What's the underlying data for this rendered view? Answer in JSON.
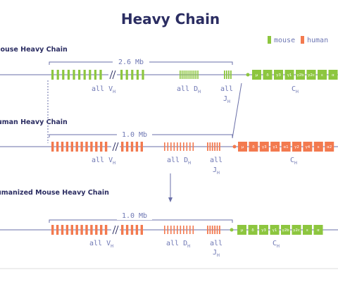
{
  "title": "Heavy Chain",
  "legend": [
    {
      "label": "mouse",
      "color": "#8dc63f"
    },
    {
      "label": "human",
      "color": "#f37a4f"
    }
  ],
  "colors": {
    "line": "#6a6fa8",
    "mouse": "#8dc63f",
    "human": "#f37a4f",
    "text": "#2b2d62",
    "label": "#6f78b4"
  },
  "sections": {
    "mouse": {
      "title": "Mouse Heavy Chain",
      "size": "2.6 Mb",
      "v_label": "all V",
      "d_label": "all D",
      "j_label": "all",
      "j_label2": "J",
      "c_label": "C",
      "sub": "H",
      "constant": [
        "μ",
        "δ",
        "γ3",
        "γ1",
        "γ2b",
        "γ2c",
        "ε",
        "α"
      ]
    },
    "human": {
      "title": "Human Heavy Chain",
      "size": "1.0 Mb",
      "v_label": "all V",
      "d_label": "all D",
      "j_label": "all",
      "j_label2": "J",
      "c_label": "C",
      "sub": "H",
      "constant": [
        "μ",
        "δ",
        "γ3",
        "γ1",
        "α1",
        "γ2",
        "γ4",
        "ε",
        "α2"
      ]
    },
    "humanized": {
      "title": "Humanized Mouse Heavy Chain",
      "size": "1.0 Mb",
      "v_label": "all V",
      "d_label": "all D",
      "j_label": "all",
      "j_label2": "J",
      "c_label": "C",
      "sub": "H",
      "constant": [
        "μ",
        "δ",
        "γ3",
        "γ1",
        "γ2b",
        "γ2c",
        "ε",
        "α"
      ]
    }
  }
}
